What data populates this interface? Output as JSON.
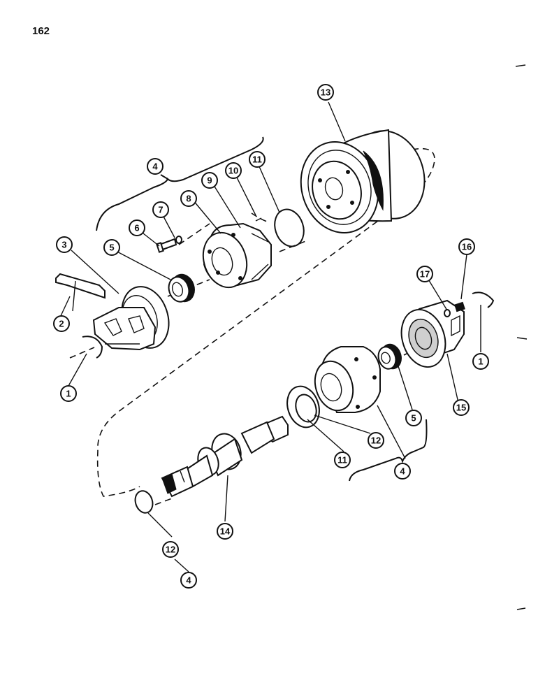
{
  "page": {
    "number": "162"
  },
  "callouts": [
    {
      "label": "1"
    },
    {
      "label": "2"
    },
    {
      "label": "3"
    },
    {
      "label": "4"
    },
    {
      "label": "5"
    },
    {
      "label": "6"
    },
    {
      "label": "7"
    },
    {
      "label": "8"
    },
    {
      "label": "9"
    },
    {
      "label": "10"
    },
    {
      "label": "11"
    },
    {
      "label": "13"
    },
    {
      "label": "16"
    },
    {
      "label": "17"
    },
    {
      "label": "1"
    },
    {
      "label": "15"
    },
    {
      "label": "5"
    },
    {
      "label": "11"
    },
    {
      "label": "12"
    },
    {
      "label": "4"
    },
    {
      "label": "14"
    },
    {
      "label": "12"
    },
    {
      "label": "4"
    }
  ]
}
